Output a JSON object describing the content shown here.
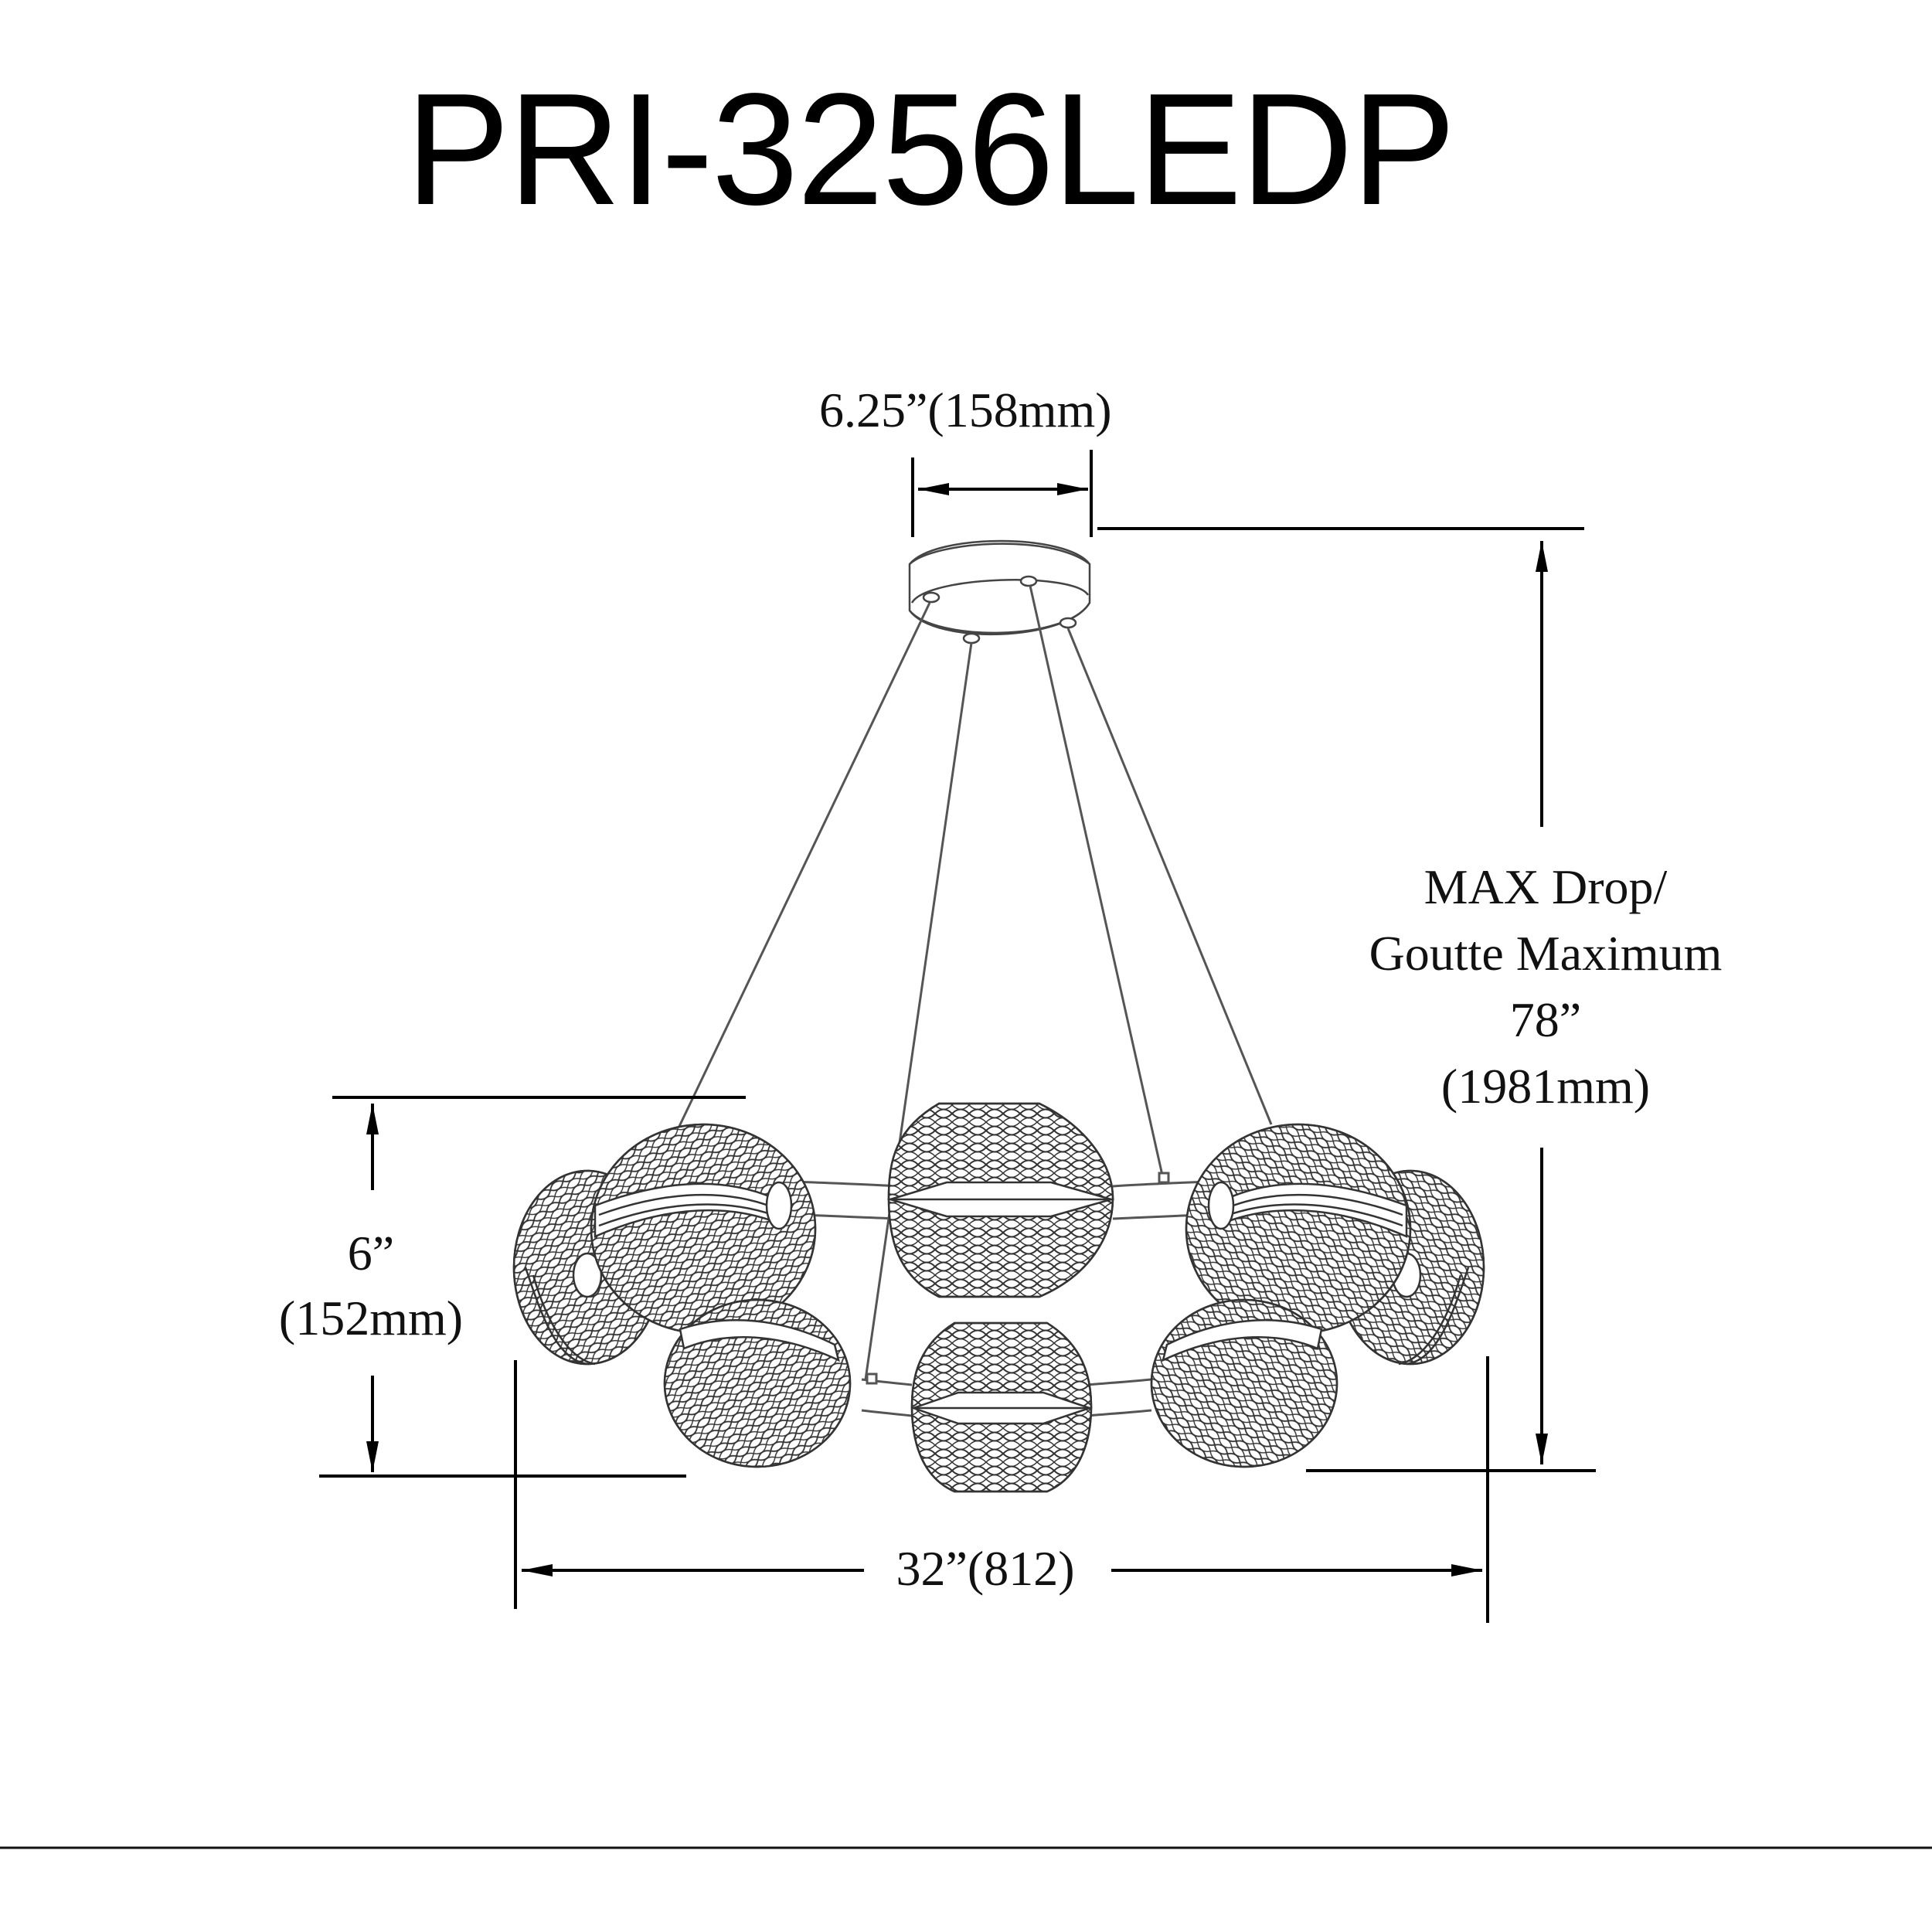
{
  "title": "PRI-3256LEDP",
  "dimensions": {
    "canopy_width": "6.25”(158mm)",
    "max_drop": {
      "line1": "MAX Drop/",
      "line2": "Goutte Maximum",
      "line3": "78”",
      "line4": "(1981mm)"
    },
    "fixture_height": {
      "line1": "6”",
      "line2": "(152mm)"
    },
    "overall_width": "32”(812)"
  },
  "drawing": {
    "canopy_mount_count": 4,
    "suspension_cable_count": 4,
    "globe_count": 8,
    "line_color": "#000000",
    "mesh_color": "#333333"
  }
}
